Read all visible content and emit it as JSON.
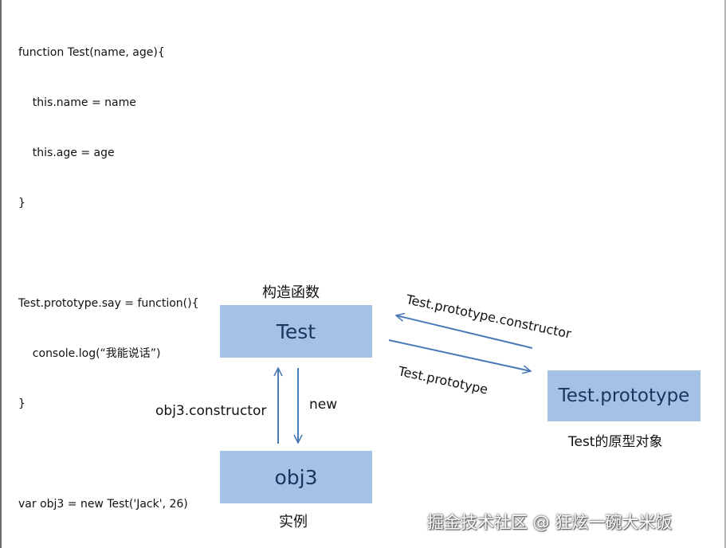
{
  "code_lines": [
    "function Test(name, age){",
    "    this.name = name",
    "    this.age = age",
    "}",
    "",
    "Test.prototype.say = function(){",
    "    console.log(“我能说话”)",
    "}",
    "",
    "var obj3 = new Test('Jack', 26)"
  ],
  "diagram": {
    "constructor_caption": "构造函数",
    "constructor_box": "Test",
    "prototype_box": "Test.prototype",
    "prototype_caption": "Test的原型对象",
    "instance_box": "obj3",
    "instance_caption": "实例",
    "edge_prototype_constructor": "Test.prototype.constructor",
    "edge_prototype": "Test.prototype",
    "edge_constructor": "obj3.constructor",
    "edge_new": "new"
  },
  "colors": {
    "box_fill": "#a4c2e6",
    "box_text": "#17375e",
    "arrow": "#4a7ab5"
  },
  "watermark": "掘金技术社区 @ 狂炫一碗大米饭"
}
